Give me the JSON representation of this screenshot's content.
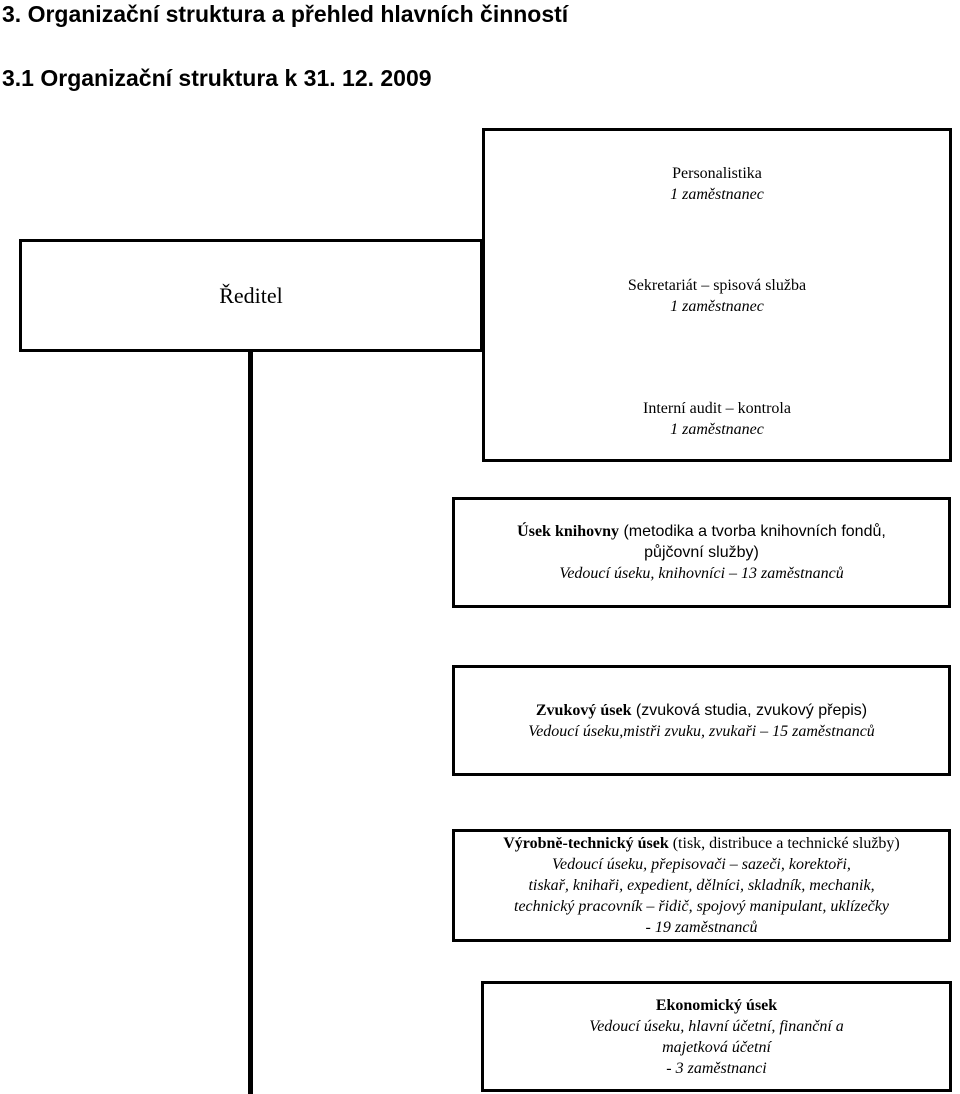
{
  "headings": {
    "h1": "3. Organizační struktura a přehled hlavních činností",
    "h2": "3.1 Organizační struktura k 31. 12. 2009"
  },
  "boxes": {
    "personalistika": {
      "title": "Personalistika",
      "staff": "1 zaměstnanec"
    },
    "sekretariat": {
      "title": "Sekretariát – spisová služba",
      "staff": "1 zaměstnanec"
    },
    "audit": {
      "title": "Interní audit – kontrola",
      "staff": "1 zaměstnanec"
    },
    "reditel": {
      "title": "Ředitel"
    },
    "knihovna": {
      "title_bold": "Úsek knihovny",
      "title_rest": " (metodika a tvorba knihovních fondů,",
      "line2": "půjčovní služby)",
      "staff": "Vedoucí úseku, knihovníci – 13 zaměstnanců"
    },
    "zvuk": {
      "title_bold": "Zvukový úsek",
      "title_rest": " (zvuková studia, zvukový přepis)",
      "staff": "Vedoucí úseku,mistři zvuku, zvukaři – 15 zaměstnanců"
    },
    "vyroba": {
      "title_bold": "Výrobně-technický úsek",
      "title_rest": " (tisk, distribuce a technické služby)",
      "staff1": "Vedoucí úseku, přepisovači – sazeči, korektoři,",
      "staff2": "tiskař, knihaři, expedient, dělníci, skladník,  mechanik,",
      "staff3": "technický pracovník – řidič, spojový manipulant, uklízečky",
      "staff4": "- 19 zaměstnanců"
    },
    "ekonom": {
      "title": "Ekonomický úsek",
      "staff1": "Vedoucí úseku, hlavní účetní, finanční a",
      "staff2": "majetková účetní",
      "staff3": "- 3 zaměstnanci"
    }
  }
}
